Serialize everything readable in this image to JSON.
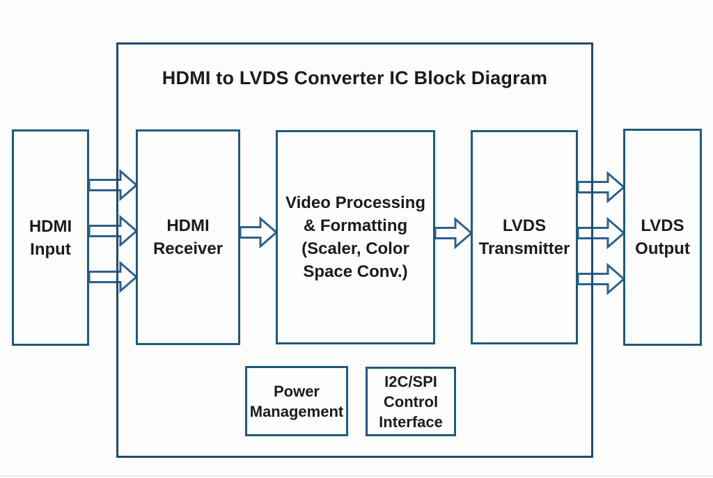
{
  "title": "HDMI to LVDS Converter IC Block Diagram",
  "nodes": {
    "hdmi_input": {
      "label": "HDMI\nInput"
    },
    "hdmi_receiver": {
      "label": "HDMI\nReceiver"
    },
    "video_processing": {
      "label": "Video Processing\n& Formatting\n(Scaler, Color\nSpace Conv.)"
    },
    "lvds_transmitter": {
      "label": "LVDS\nTransmitter"
    },
    "lvds_output": {
      "label": "LVDS\nOutput"
    },
    "power_management": {
      "label": "Power\nManagement"
    },
    "i2c_spi_control": {
      "label": "I2C/SPI\nControl\nInterface"
    }
  },
  "connections": [
    {
      "from": "hdmi_input",
      "to": "hdmi_receiver",
      "lines": 3
    },
    {
      "from": "hdmi_receiver",
      "to": "video_processing",
      "lines": 1
    },
    {
      "from": "video_processing",
      "to": "lvds_transmitter",
      "lines": 1
    },
    {
      "from": "lvds_transmitter",
      "to": "lvds_output",
      "lines": 3
    }
  ],
  "colors": {
    "outer_border": "#1c4c6c",
    "box_border": "#20597a",
    "arrow": "#2a6090",
    "text": "#1b1b1b",
    "background": "#fdfdfc"
  }
}
